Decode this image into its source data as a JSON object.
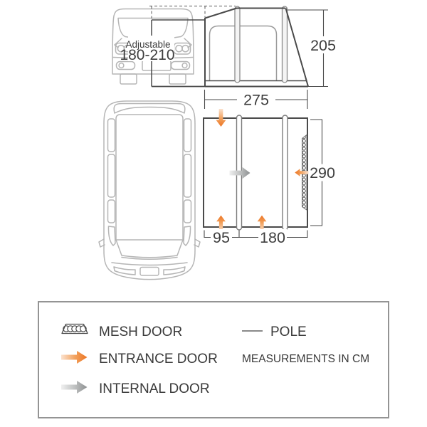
{
  "diagram": {
    "adjustable_label": "Adjustable",
    "adjustable_range": "180-210",
    "dim_height": "205",
    "dim_width": "275",
    "dim_depth": "290",
    "dim_annex": "95",
    "dim_main": "180"
  },
  "legend": {
    "mesh_door": "MESH DOOR",
    "entrance_door": "ENTRANCE DOOR",
    "internal_door": "INTERNAL DOOR",
    "pole": "POLE",
    "note": "MEASUREMENTS IN CM"
  },
  "colors": {
    "entrance_arrow": "#ec7423",
    "internal_arrow": "#8d9091",
    "awning_outline": "#4a4a4a",
    "vehicle_outline": "#b5b5b5"
  }
}
